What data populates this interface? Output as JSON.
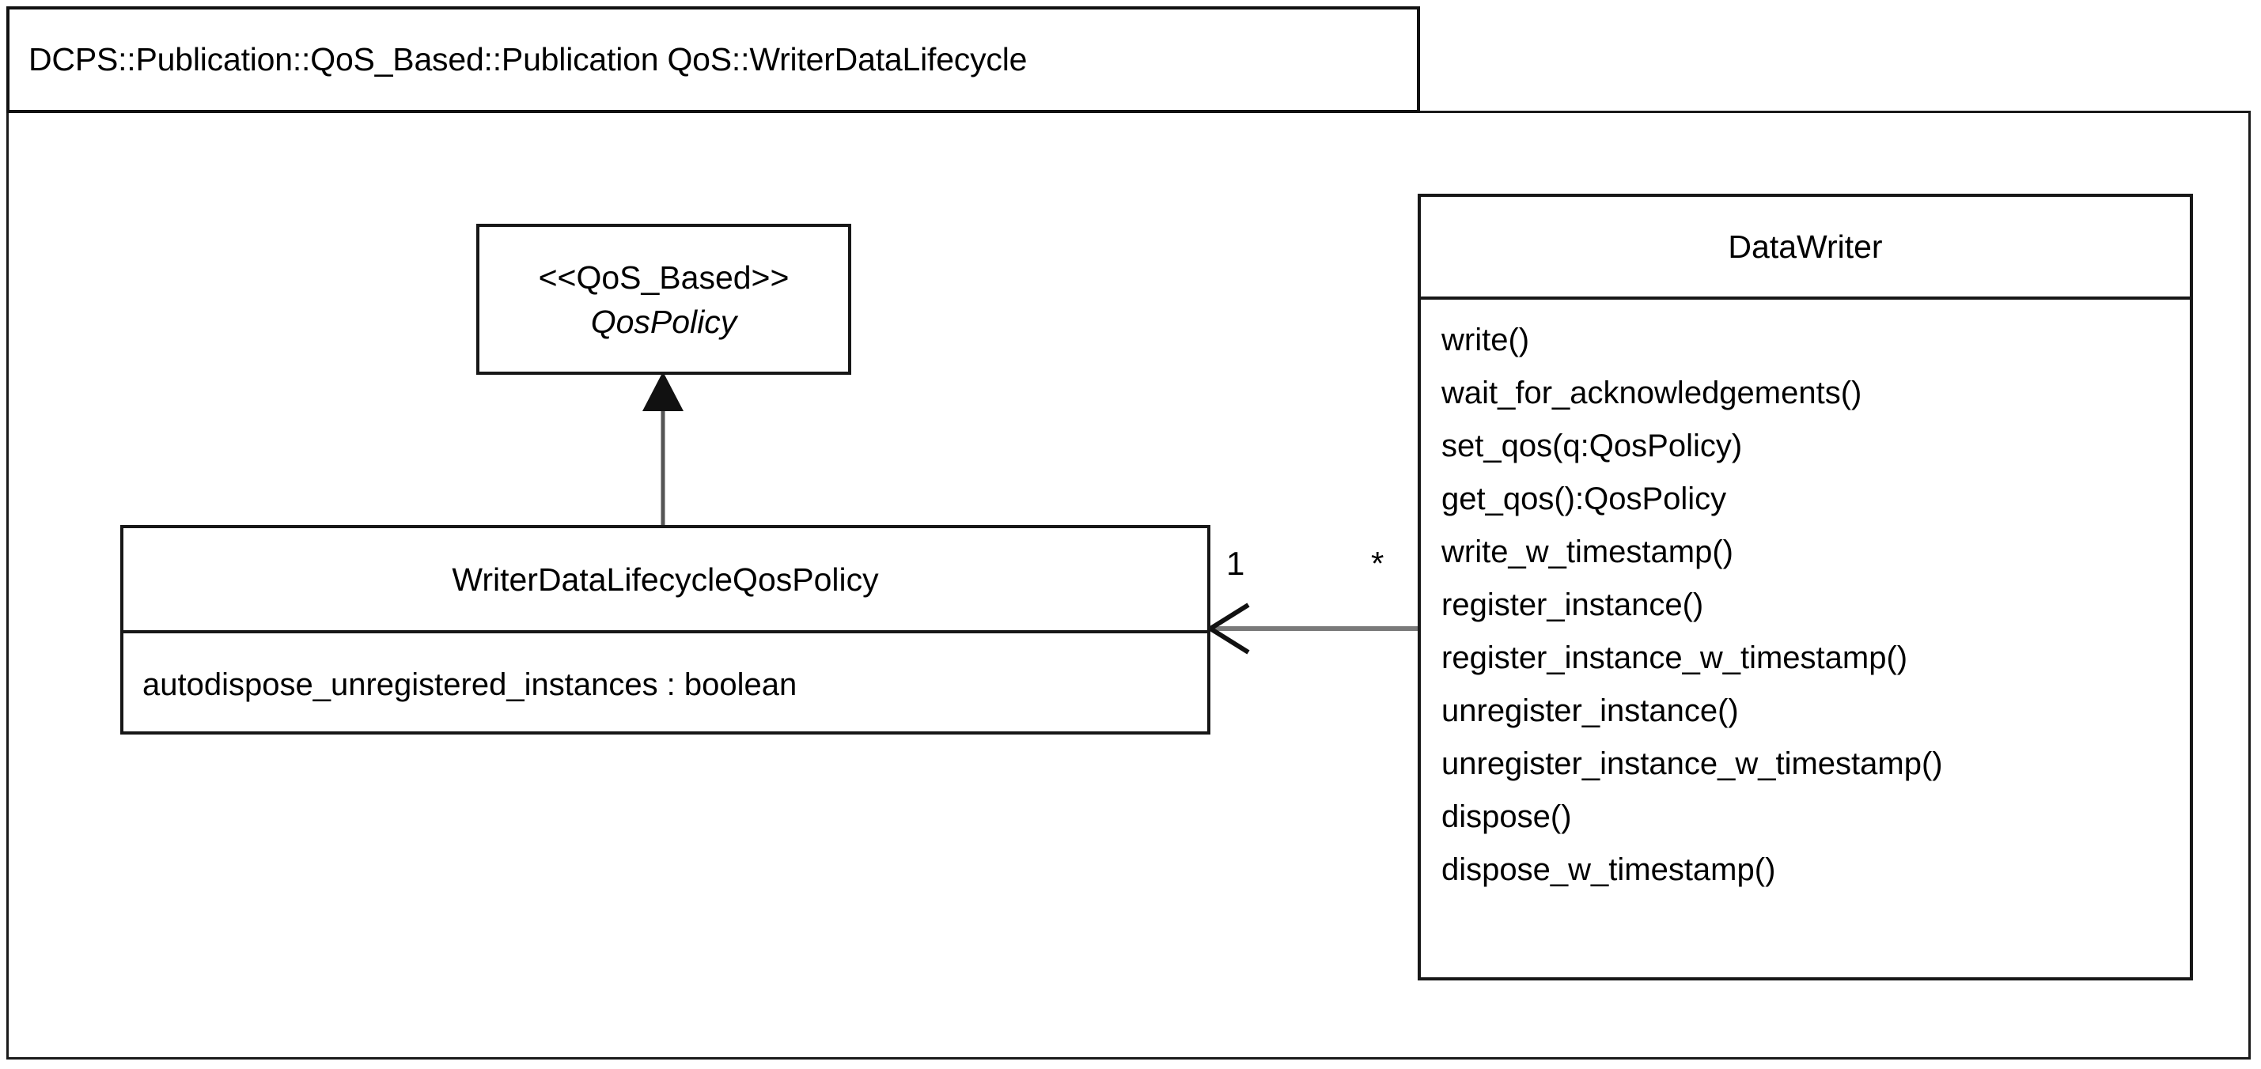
{
  "package": {
    "tab_label": "DCPS::Publication::QoS_Based::Publication QoS::WriterDataLifecycle"
  },
  "classes": {
    "qos_policy": {
      "stereotype": "<<QoS_Based>>",
      "name": "QosPolicy",
      "abstract": true
    },
    "writer_data_lifecycle_qos_policy": {
      "name": "WriterDataLifecycleQosPolicy",
      "attributes": [
        "autodispose_unregistered_instances : boolean"
      ]
    },
    "data_writer": {
      "name": "DataWriter",
      "operations": [
        "write()",
        "wait_for_acknowledgements()",
        "set_qos(q:QosPolicy)",
        "get_qos():QosPolicy",
        "write_w_timestamp()",
        "register_instance()",
        "register_instance_w_timestamp()",
        "unregister_instance()",
        "unregister_instance_w_timestamp()",
        "dispose()",
        "dispose_w_timestamp()"
      ]
    }
  },
  "relationships": {
    "generalization": {
      "from": "WriterDataLifecycleQosPolicy",
      "to": "QosPolicy",
      "arrow": "solid-filled-triangle"
    },
    "association": {
      "from": "DataWriter",
      "to": "WriterDataLifecycleQosPolicy",
      "source_multiplicity": "*",
      "target_multiplicity": "1",
      "arrow": "open-arrowhead"
    }
  },
  "colors": {
    "border": "#171717",
    "text": "#000000",
    "background": "#ffffff",
    "association_line": "#6f6f6f"
  }
}
